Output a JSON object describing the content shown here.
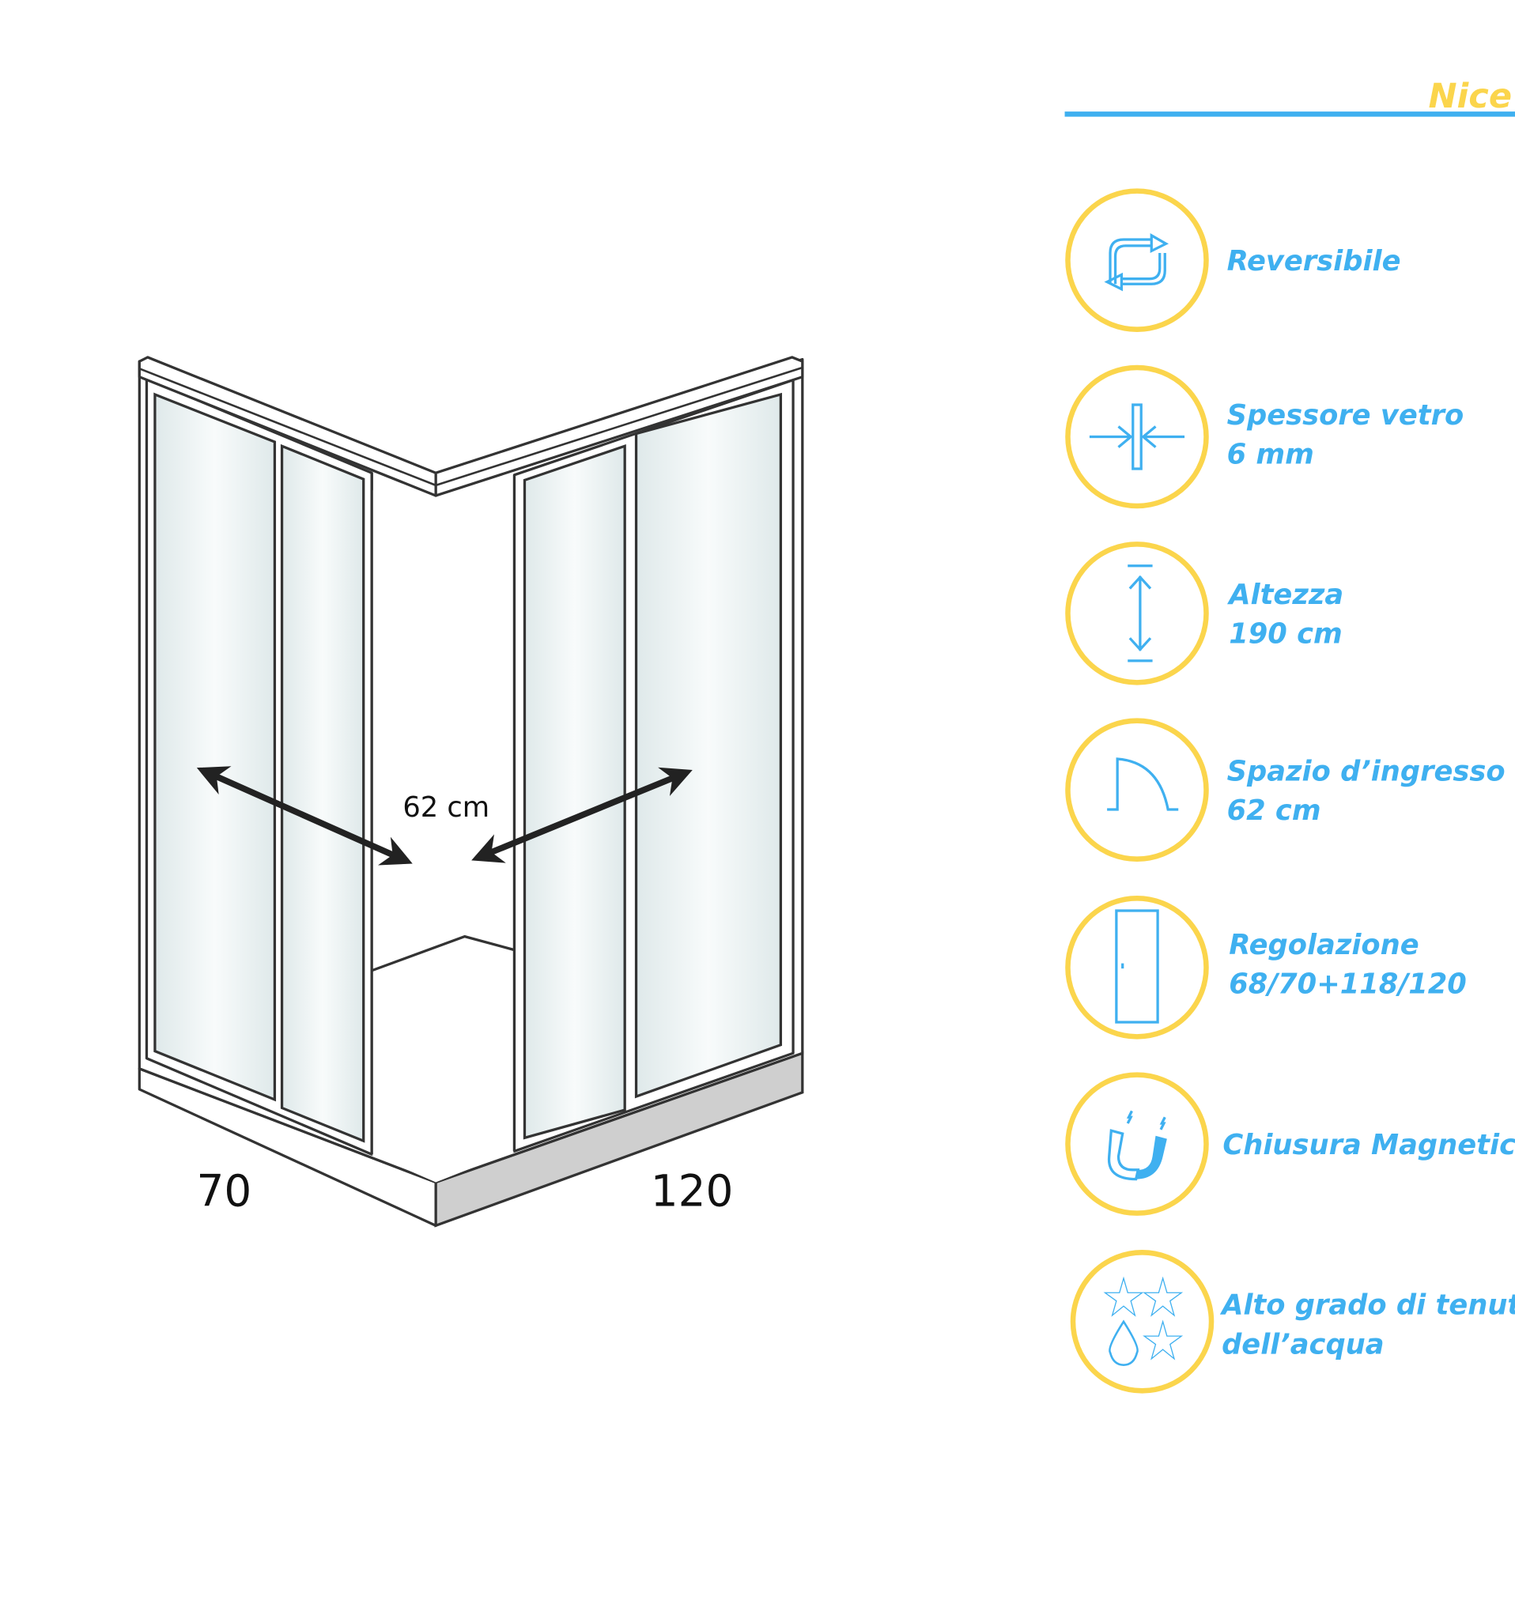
{
  "title": "Nice",
  "colors": {
    "accent_blue": "#3fb0f0",
    "accent_yellow": "#fbd54c"
  },
  "diagram": {
    "entry_label": "62 cm",
    "left_width_label": "70",
    "right_width_label": "120"
  },
  "features": [
    {
      "icon": "reversible-icon",
      "lines": [
        "Reversibile"
      ]
    },
    {
      "icon": "glass-thickness-icon",
      "lines": [
        "Spessore vetro",
        "6 mm"
      ]
    },
    {
      "icon": "height-icon",
      "lines": [
        "Altezza",
        "190 cm"
      ]
    },
    {
      "icon": "entry-space-icon",
      "lines": [
        "Spazio d’ingresso",
        "62 cm"
      ]
    },
    {
      "icon": "door-adjustment-icon",
      "lines": [
        "Regolazione",
        "68/70+118/120"
      ]
    },
    {
      "icon": "magnet-icon",
      "lines": [
        "Chiusura Magnetica"
      ]
    },
    {
      "icon": "water-tightness-icon",
      "lines": [
        "Alto grado di tenuta",
        "dell’acqua"
      ]
    }
  ]
}
